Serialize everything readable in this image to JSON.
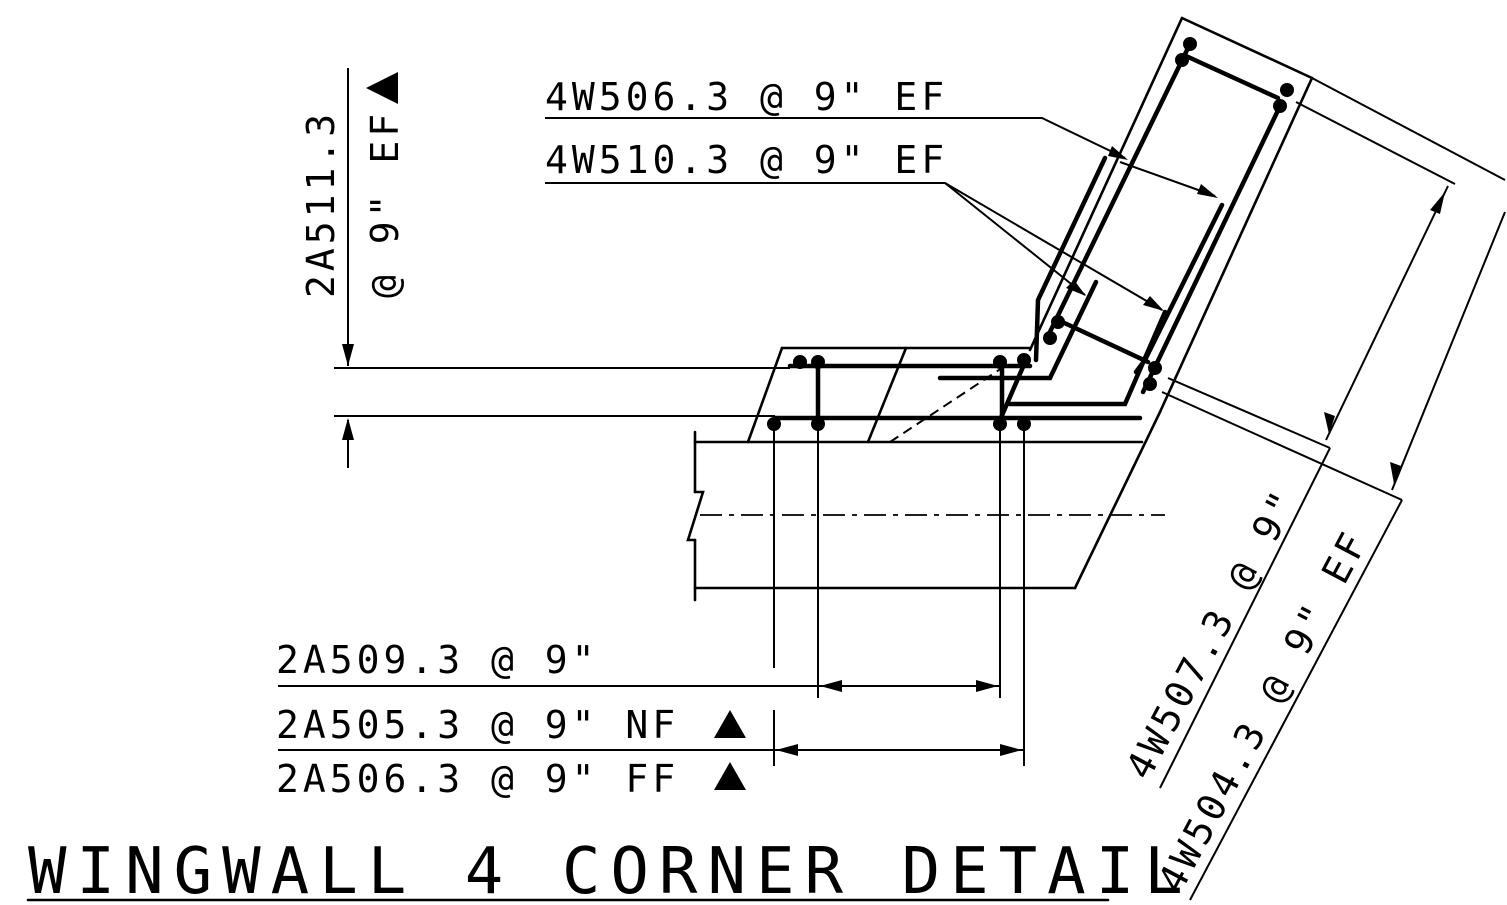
{
  "title": "WINGWALL 4 CORNER DETAIL",
  "labels": {
    "w506": "4W506.3 @ 9\" EF",
    "w510": "4W510.3 @ 9\" EF",
    "a511_line1": "2A511.3",
    "a511_line2": "@ 9\" EF",
    "a509": "2A509.3 @ 9\"",
    "a505": "2A505.3 @ 9\" NF",
    "a506": "2A506.3 @ 9\" FF",
    "w507": "4W507.3 @ 9\"",
    "w504": "4W504.3 @ 9\" EF"
  },
  "markers": {
    "revision_marker": "solid-triangle"
  }
}
